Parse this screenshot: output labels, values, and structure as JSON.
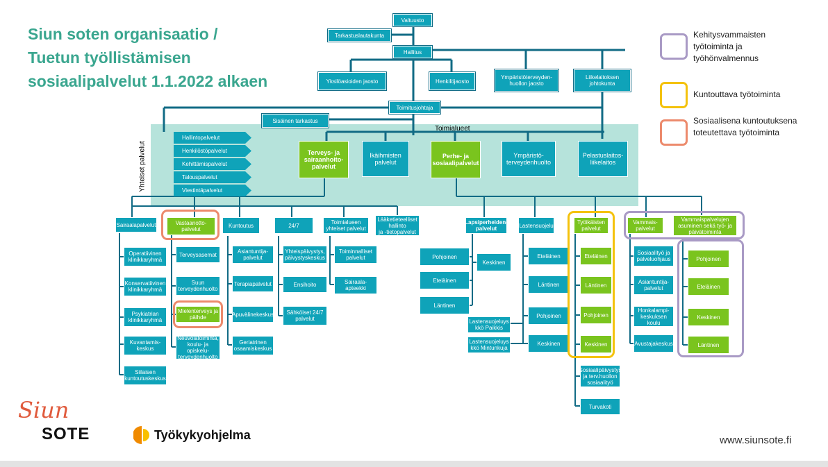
{
  "title": {
    "line1": "Siun soten organisaatio /",
    "line2": "Tuetun työllistämisen",
    "line3": "sosiaalipalvelut 1.1.2022 alkaen"
  },
  "governance": {
    "valtuusto": "Valtuusto",
    "tarkastuslautakunta": "Tarkastuslautakunta",
    "hallitus": "Hallitus",
    "yksiloasioiden": "Yksilöasioiden jaosto",
    "henkilojaosto": "Henkilöjaosto",
    "ymparisto_jaosto": "Ympäristöterveyden-\nhuollon jaosto",
    "liikelaitos": "Liikelaitoksen\njohtokunta",
    "toimitusjohtaja": "Toimitusjohtaja",
    "sisainen": "Sisäinen tarkastus"
  },
  "shared": {
    "label": "Yhteiset palvelut",
    "items": [
      "Hallintopalvelut",
      "Henkilöstöpalvelut",
      "Kehittämispalvelut",
      "Talouspalvelut",
      "Viestintäpalvelut"
    ]
  },
  "sectors": {
    "label": "Toimialueet",
    "terveys": "Terveys- ja\nsairaanhoito-\npalvelut",
    "ikaihmiset": "Ikäihmisten\npalvelut",
    "perhe": "Perhe- ja\nsosiaalipalvelut",
    "ymparisto": "Ympäristö-\nterveydenhuolto",
    "pelastus": "Pelastuslaitos-\nliikelaitos"
  },
  "health": {
    "sairaalapalvelut": "Sairaalapalvelut",
    "vastaanotto": "Vastaanotto-\npalvelut",
    "kuntoutus": "Kuntoutus",
    "h247": "24/7",
    "toimialueen": "Toimialueen\nyhteiset palvelut",
    "laaketiet": "Lääketieteelliset\nhallinto\nja -tietopalvelut",
    "sairaala_items": [
      "Operatiivinen\nklinikkaryhmä",
      "Konservatiivinen\nklinikkaryhmä",
      "Psykiatrian\nklinikkaryhmä",
      "Kuvantamis-\nkeskus",
      "Siilaisen\nkuntoutuskeskus"
    ],
    "vastaanotto_items": [
      "Terveysasemat",
      "Suun\nterveydenhuolto",
      "Mielenterveys ja\npäihde",
      "Neuvolatoiminta,\nkoulu- ja opiskelu-\nterveydenhuolto"
    ],
    "kuntoutus_items": [
      "Asiantuntija-\npalvelut",
      "Terapiapalvelut",
      "Apuvälinekeskus",
      "Geriatrinen\nosaamiskeskus"
    ],
    "h247_items": [
      "Yhteispäivystys,\npäivystyskeskus",
      "Ensihoito",
      "Sähköiset 24/7\npalvelut"
    ],
    "toim_items": [
      "Toiminnalliset\npalvelut",
      "Sairaala-apteekki"
    ]
  },
  "family": {
    "lapsiperhe": "Lapsiperheiden-\npalvelut",
    "lapsi_left": [
      "Pohjoinen",
      "Eteläinen",
      "Läntinen"
    ],
    "lapsi_right": "Keskinen",
    "lastensuojelu": "Lastensuojelu",
    "lastensuojelu_items": [
      "Eteläinen",
      "Läntinen",
      "Pohjoinen",
      "Keskinen"
    ],
    "paikkis": "Lastensuojeluys\nkkö Paikkis",
    "mintunkuja": "Lastensuojeluys\nkkö Mintunkuja",
    "tyoikaiset": "Työikäisten\npalvelut",
    "tyo_items": [
      "Eteläinen",
      "Läntinen",
      "Pohjoinen",
      "Keskinen"
    ],
    "sosiaalipaivystys": "Sosiaalipäivystys\nja terv.huollon\nsosiaalityö",
    "turvakoti": "Turvakoti",
    "vammais": "Vammais-\npalvelut",
    "vammais_items": [
      "Sosiaalityö ja\npalveluohjaus",
      "Asiantuntija-\npalvelut",
      "Honkalampi-\nkeskuksen koulu",
      "Avustajakeskus"
    ],
    "vammaispalvelujen": "Vammaispalvelujen\nasuminen sekä työ- ja\npäivätoiminta",
    "vamm_asum_items": [
      "Pohjoinen",
      "Eteläinen",
      "Keskinen",
      "Läntinen"
    ]
  },
  "legend": {
    "items": [
      {
        "text": "Kehitysvammaisten\ntyötoiminta ja\ntyöhönvalmennus",
        "color": "#a99ac5"
      },
      {
        "text": "Kuntouttava työtoiminta",
        "color": "#f4c20d"
      },
      {
        "text": "Sosiaalisena kuntoutuksena\ntoteutettava työtoiminta",
        "color": "#ec8a6c"
      }
    ]
  },
  "colors": {
    "teal": "#0fa3b9",
    "green": "#7ac41e",
    "title": "#3aa68f",
    "line": "#116b85"
  },
  "footer": {
    "siun": "Siun",
    "sote": "SOTE",
    "tyokyky": "Työkykyohjelma",
    "website": "www.siunsote.fi"
  }
}
